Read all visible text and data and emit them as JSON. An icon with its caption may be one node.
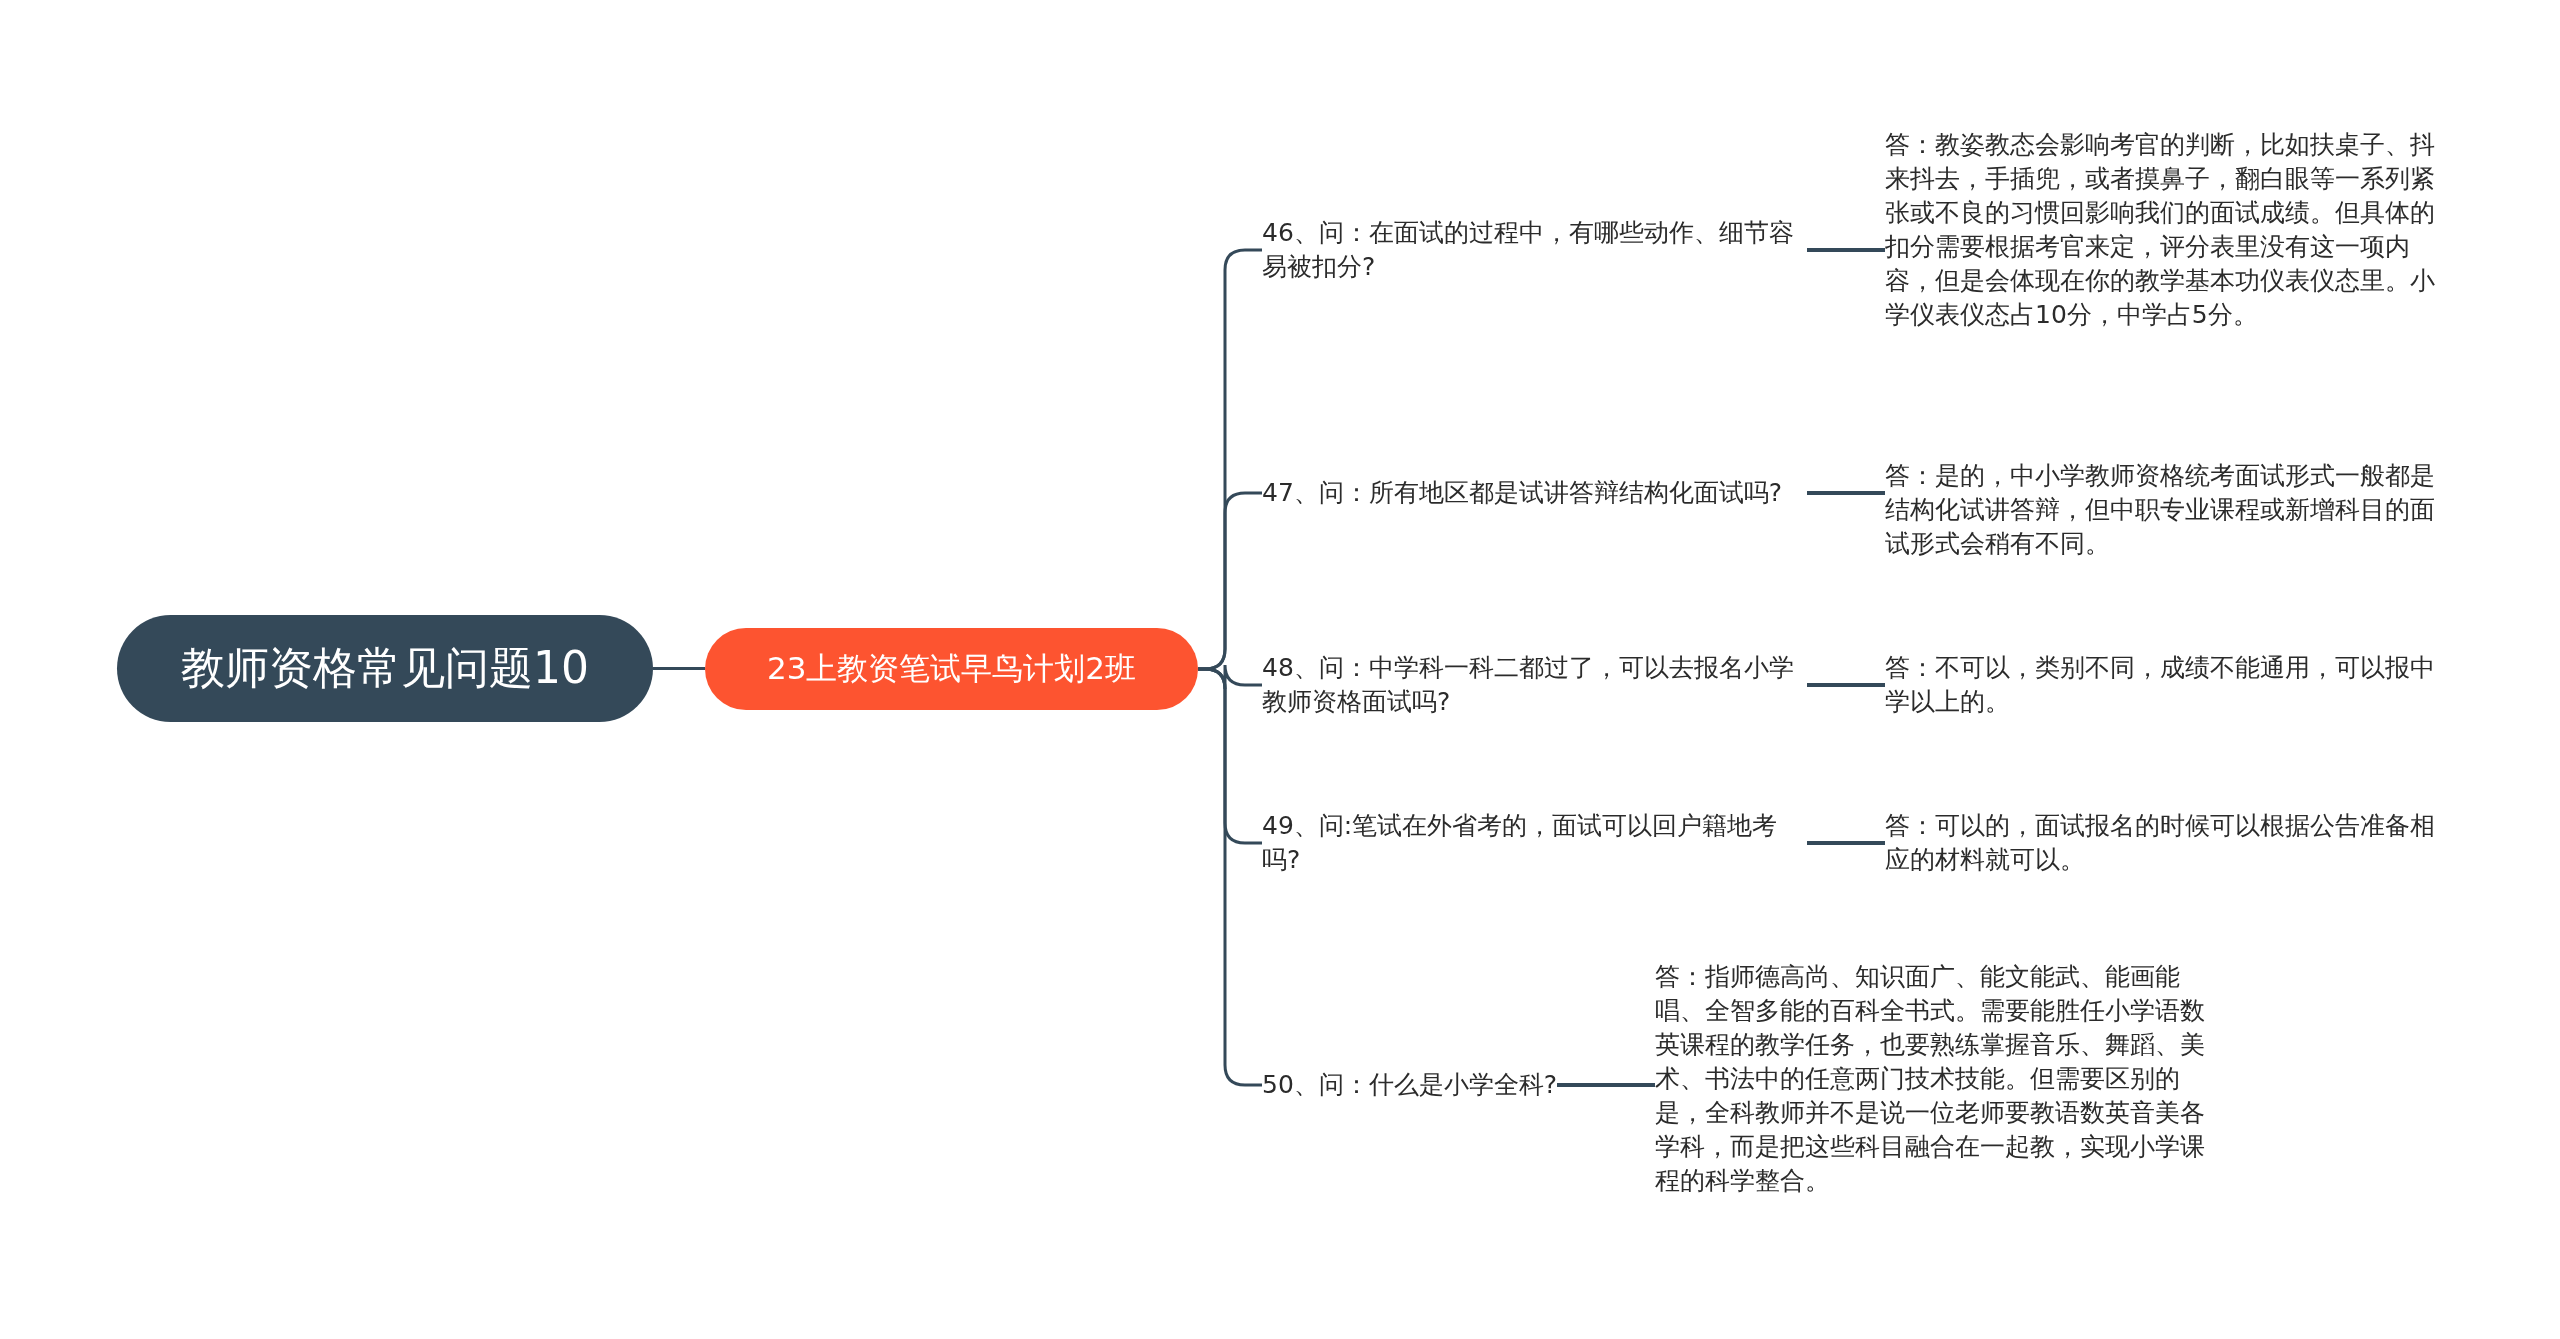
{
  "diagram": {
    "nodes": [
      {
        "text": [
          "教师资格常见问题10"
        ]
      },
      {
        "text": [
          "23上教资笔试早鸟计划2班"
        ]
      },
      {
        "text": [
          "46、问：在面试的过程中，有哪些动作、细节容易被扣分?"
        ]
      },
      {
        "text": [
          "答：教姿教态会影响考官的判断，比如扶桌子、抖来抖去，手插兜，或者摸鼻子，翻白眼等一系列紧张或不良的习惯回影响我们的面试成绩。但具体的扣分需要根据考官来定，评分表里没有这一项内容，但是会体现在你的教学基本功仪表仪态里。小学仪表仪态占10分，中学占5分。"
        ]
      },
      {
        "text": [
          "47、问：所有地区都是试讲答辩结构化面试吗?"
        ]
      },
      {
        "text": [
          "答：是的，中小学教师资格统考面试形式一般都是结构化试讲答辩，但中职专业课程或新增科目的面试形式会稍有不同。"
        ]
      },
      {
        "text": [
          "48、问：中学科一科二都过了，可以去报名小学教师资格面试吗?"
        ]
      },
      {
        "text": [
          "答：不可以，类别不同，成绩不能通用，可以报中学以上的。"
        ]
      },
      {
        "text": [
          "49、问:笔试在外省考的，面试可以回户籍地考吗?"
        ]
      },
      {
        "text": [
          "答：可以的，面试报名的时候可以根据公告准备相应的材料就可以。"
        ]
      },
      {
        "text": [
          "50、问：什么是小学全科?"
        ]
      },
      {
        "text": [
          "答：指师德高尚、知识面广、能文能武、能画能唱、全智多能的百科全书式。需要能胜任小学语数英课程的教学任务，也要熟练掌握音乐、舞蹈、美术、书法中的任意两门技术技能。但需要区别的是，全科教师并不是说一位老师要教语数英音美各学科，而是把这些科目融合在一起教，实现小学课程的科学整合。"
        ]
      }
    ],
    "edges": [
      {
        "from": 0,
        "to": 1,
        "arrow": "none"
      },
      {
        "from": 1,
        "to": 2,
        "arrow": "none"
      },
      {
        "from": 1,
        "to": 4,
        "arrow": "none"
      },
      {
        "from": 1,
        "to": 6,
        "arrow": "none"
      },
      {
        "from": 1,
        "to": 8,
        "arrow": "none"
      },
      {
        "from": 1,
        "to": 10,
        "arrow": "none"
      },
      {
        "from": 2,
        "to": 3,
        "arrow": "none"
      },
      {
        "from": 4,
        "to": 5,
        "arrow": "none"
      },
      {
        "from": 6,
        "to": 7,
        "arrow": "none"
      },
      {
        "from": 8,
        "to": 9,
        "arrow": "none"
      },
      {
        "from": 10,
        "to": 11,
        "arrow": "none"
      }
    ]
  }
}
